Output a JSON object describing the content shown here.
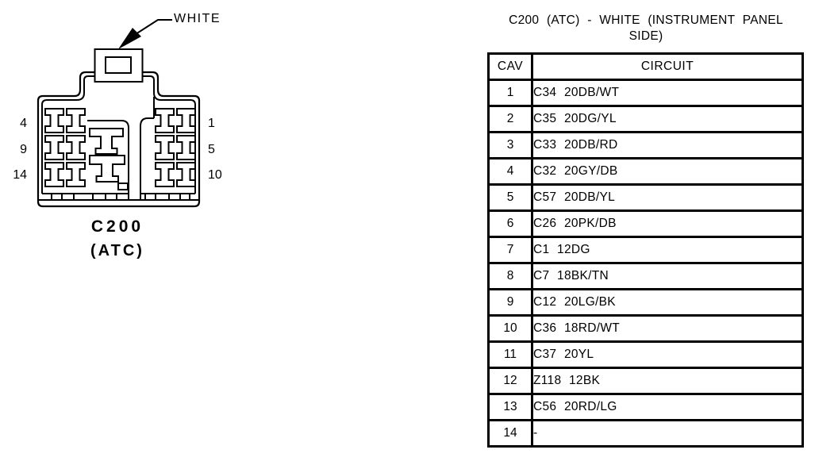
{
  "colors": {
    "line": "#000000",
    "background": "#ffffff"
  },
  "diagram": {
    "connector_color_label": "WHITE",
    "caption_id": "C200",
    "caption_type": "(ATC)",
    "pin_labels_left": [
      "4",
      "9",
      "14"
    ],
    "pin_labels_right": [
      "1",
      "5",
      "10"
    ]
  },
  "table": {
    "title_line1": "C200 (ATC) - WHITE (INSTRUMENT PANEL",
    "title_line2": "SIDE)",
    "columns": [
      "CAV",
      "CIRCUIT"
    ],
    "rows": [
      {
        "cav": "1",
        "circuit": "C34 20DB/WT"
      },
      {
        "cav": "2",
        "circuit": "C35 20DG/YL"
      },
      {
        "cav": "3",
        "circuit": "C33 20DB/RD"
      },
      {
        "cav": "4",
        "circuit": "C32 20GY/DB"
      },
      {
        "cav": "5",
        "circuit": "C57 20DB/YL"
      },
      {
        "cav": "6",
        "circuit": "C26 20PK/DB"
      },
      {
        "cav": "7",
        "circuit": "C1 12DG"
      },
      {
        "cav": "8",
        "circuit": "C7 18BK/TN"
      },
      {
        "cav": "9",
        "circuit": "C12 20LG/BK"
      },
      {
        "cav": "10",
        "circuit": "C36 18RD/WT"
      },
      {
        "cav": "11",
        "circuit": "C37 20YL"
      },
      {
        "cav": "12",
        "circuit": "Z118 12BK"
      },
      {
        "cav": "13",
        "circuit": "C56 20RD/LG"
      },
      {
        "cav": "14",
        "circuit": "-"
      }
    ]
  }
}
